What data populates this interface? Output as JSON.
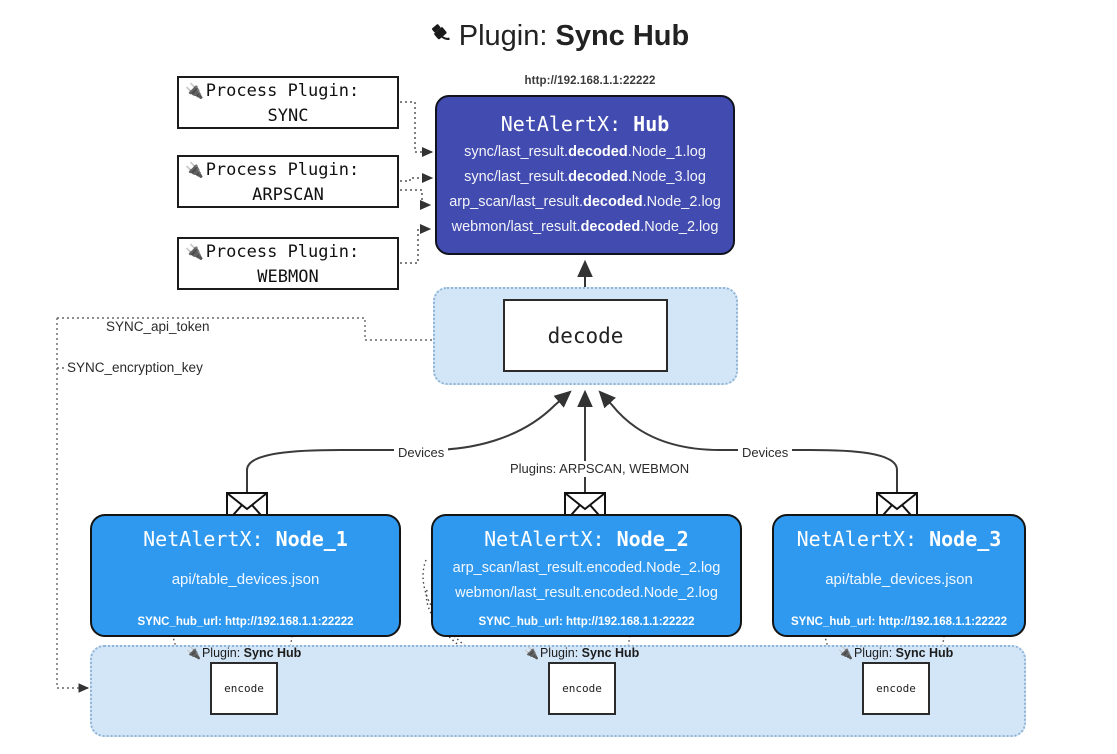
{
  "title": {
    "icon": "plug-icon",
    "prefix": "Plugin: ",
    "name": "Sync Hub"
  },
  "process_plugins": [
    {
      "icon": "plug-icon",
      "line1": "Process Plugin:",
      "line2": "SYNC"
    },
    {
      "icon": "plug-icon",
      "line1": "Process Plugin:",
      "line2": "ARPSCAN"
    },
    {
      "icon": "plug-icon",
      "line1": "Process Plugin:",
      "line2": "WEBMON"
    }
  ],
  "hub": {
    "url": "http://192.168.1.1:22222",
    "title_prefix": "NetAlertX: ",
    "title_name": "Hub",
    "rows": [
      {
        "pre": "sync/last_result.",
        "bold": "decoded",
        "post": ".Node_1.log"
      },
      {
        "pre": "sync/last_result.",
        "bold": "decoded",
        "post": ".Node_3.log"
      },
      {
        "pre": "arp_scan/last_result.",
        "bold": "decoded",
        "post": ".Node_2.log"
      },
      {
        "pre": "webmon/last_result.",
        "bold": "decoded",
        "post": ".Node_2.log"
      }
    ]
  },
  "decode": {
    "label": "decode"
  },
  "tokens": {
    "api_token": "SYNC_api_token",
    "encryption_key": "SYNC_encryption_key"
  },
  "edge_labels": {
    "devices_left": "Devices",
    "devices_right": "Devices",
    "plugins": "Plugins: ARPSCAN, WEBMON"
  },
  "nodes": [
    {
      "title_prefix": "NetAlertX: ",
      "title_name": "Node_1",
      "rows": [
        {
          "pre": "api/table_devices.json",
          "bold": "",
          "post": ""
        }
      ],
      "footer": "SYNC_hub_url: http://192.168.1.1:22222",
      "envelope_icon": "envelope-icon"
    },
    {
      "title_prefix": "NetAlertX: ",
      "title_name": "Node_2",
      "rows": [
        {
          "pre": "arp_scan/last_result.encoded.Node_2.log",
          "bold": "",
          "post": ""
        },
        {
          "pre": "webmon/last_result.encoded.Node_2.log",
          "bold": "",
          "post": ""
        }
      ],
      "footer": "SYNC_hub_url: http://192.168.1.1:22222",
      "envelope_icon": "envelope-icon"
    },
    {
      "title_prefix": "NetAlertX: ",
      "title_name": "Node_3",
      "rows": [
        {
          "pre": "api/table_devices.json",
          "bold": "",
          "post": ""
        }
      ],
      "footer": "SYNC_hub_url: http://192.168.1.1:22222",
      "envelope_icon": "envelope-icon"
    }
  ],
  "encoders": [
    {
      "plugin_prefix": "Plugin: ",
      "plugin_name": "Sync Hub",
      "label": "encode",
      "icon": "plug-icon"
    },
    {
      "plugin_prefix": "Plugin: ",
      "plugin_name": "Sync Hub",
      "label": "encode",
      "icon": "plug-icon"
    },
    {
      "plugin_prefix": "Plugin: ",
      "plugin_name": "Sync Hub",
      "label": "encode",
      "icon": "plug-icon"
    }
  ],
  "colors": {
    "hub": "#414bb0",
    "node": "#2f99f0",
    "container": "#d3e6f8",
    "container_border": "#8fb4d6",
    "stroke": "#3a3a3a",
    "background": "#ffffff"
  }
}
